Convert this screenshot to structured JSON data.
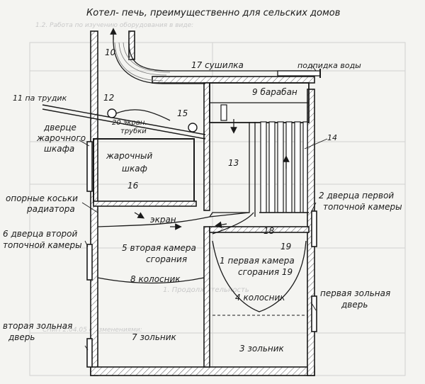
{
  "title": "Котел- печь, преимущественно для сельских домов",
  "labels": {
    "chimney": "10",
    "dryer": "17 сушилка",
    "water_supply": "подпидка воды",
    "drum": "9 барабан",
    "pipe_11": "11 па трудик",
    "n12": "12",
    "screen_pipes_1": "20 экран.",
    "screen_pipes_2": "трубки",
    "n15": "15",
    "oven_door_1": "дверце",
    "oven_door_2": "жарочного",
    "oven_door_3": "шкафа",
    "oven_1": "жарочный",
    "oven_2": "шкаф",
    "oven_num": "16",
    "n13": "13",
    "n14": "14",
    "radiator_1": "опорные коськи",
    "radiator_2": "радиатора",
    "first_door_1": "2 дверца первой",
    "first_door_2": "топочной камеры",
    "screen": "экран",
    "second_door_1": "6 дверца второй",
    "second_door_2": "топочной камеры",
    "chamber2_1": "5 вторая камера",
    "chamber2_2": "сгорания",
    "n18": "18",
    "n19a": "19",
    "chamber1_1": "1 первая камера",
    "chamber1_2": "сгорания 19",
    "grate8": "8 колосник",
    "grate4": "4 колосник",
    "ash1_1": "первая зольная",
    "ash1_2": "дверь",
    "ash2_1": "вторая зольная",
    "ash2_2": "дверь",
    "ash7": "7 зольник",
    "ash3": "3 зольник"
  },
  "background_text": {
    "ghost1": "1.2. Работа по изучению оборудования в виде:",
    "ghost2": "1. Продолжительность",
    "ghost3": "СНиП 2.04.05 с изменениями:"
  }
}
